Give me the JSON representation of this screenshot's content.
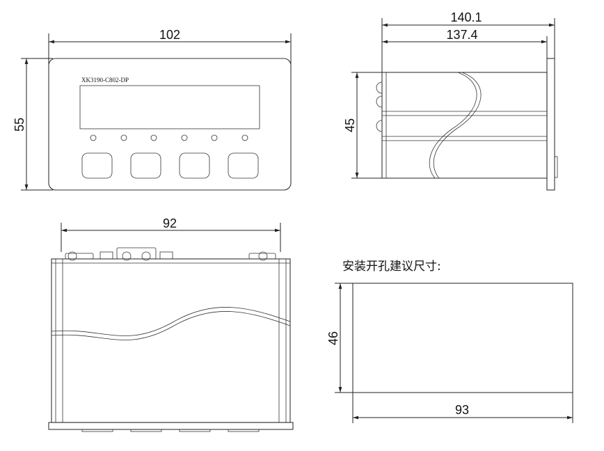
{
  "front_view": {
    "width_label": "102",
    "height_label": "55",
    "model_label": "XK3190-C802-DP"
  },
  "side_view": {
    "overall_length_label": "140.1",
    "body_length_label": "137.4",
    "height_label": "45"
  },
  "top_view": {
    "width_label": "92"
  },
  "cutout": {
    "title": "安装开孔建议尺寸:",
    "height_label": "46",
    "width_label": "93"
  }
}
